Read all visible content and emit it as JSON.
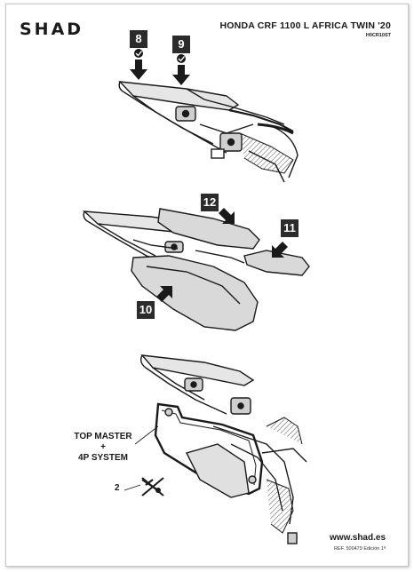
{
  "header": {
    "brand": "SHAD",
    "model_title": "HONDA CRF 1100 L AFRICA TWIN '20",
    "model_code": "H0CR10ST"
  },
  "steps": {
    "s8": "8",
    "s9": "9",
    "s10": "10",
    "s11": "11",
    "s12": "12"
  },
  "labels": {
    "system_line1": "TOP MASTER",
    "system_line2": "+",
    "system_line3": "4P SYSTEM",
    "screw_count": "2"
  },
  "footer": {
    "website": "www.shad.es",
    "reference": "REF. 500479 Edición 1ª"
  },
  "icons": [
    "check-icon",
    "arrow-down-icon",
    "crossed-screw-icon"
  ],
  "colors": {
    "ink": "#1a1a1a",
    "step_box": "#2b2b2b",
    "part_fill": "#d9d9d9"
  }
}
